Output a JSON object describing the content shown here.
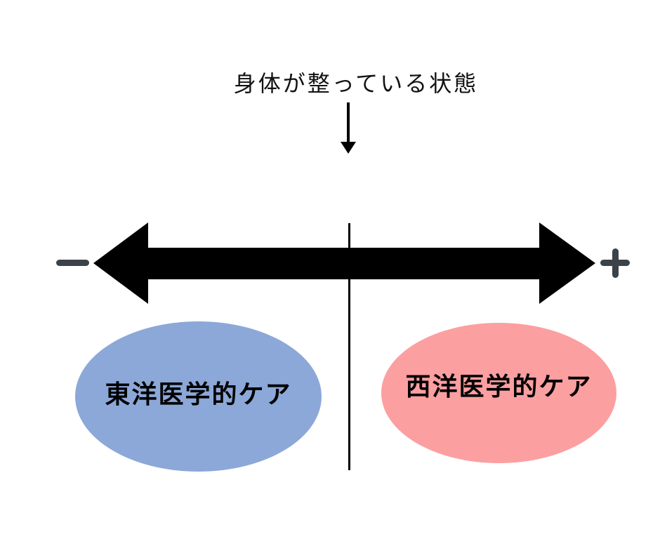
{
  "diagram": {
    "title": "身体が整っている状態",
    "axis": {
      "minus_symbol": "−",
      "plus_symbol": "+",
      "arrow_color": "#000000",
      "sign_color": "#3B4249"
    },
    "regions": {
      "left": {
        "label": "東洋医学的ケア",
        "color": "#8CA8D8"
      },
      "right": {
        "label": "西洋医学的ケア",
        "color": "#FC9FA0"
      }
    },
    "background_color": "#FFFFFF"
  }
}
